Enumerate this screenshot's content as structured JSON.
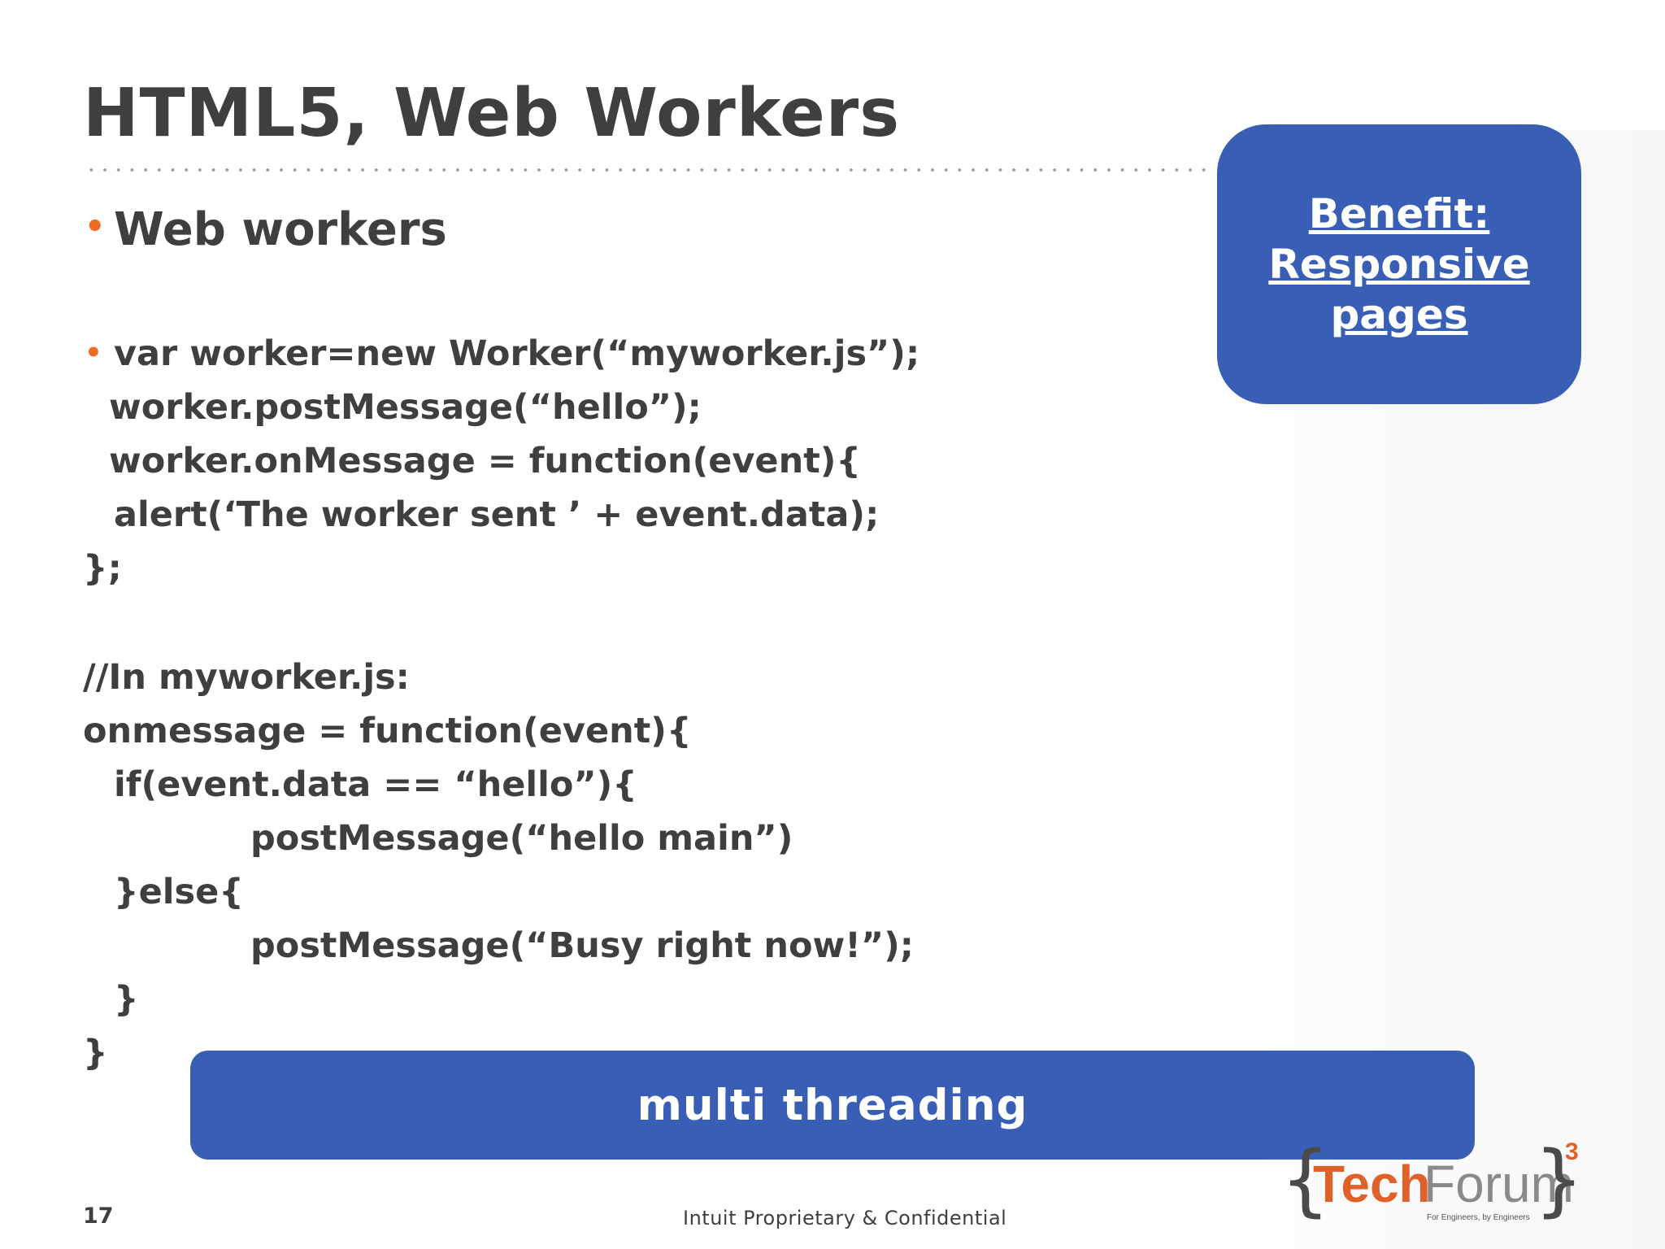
{
  "slide": {
    "title": "HTML5, Web Workers",
    "bullet_heading": "Web workers",
    "code_lines": [
      "var worker=new Worker(“myworker.js”);",
      "worker.postMessage(“hello”);",
      "worker.onMessage = function(event){",
      "alert(‘The worker sent ’ + event.data);",
      "};",
      "//In myworker.js:",
      "onmessage = function(event){",
      "if(event.data == “hello”){",
      "postMessage(“hello main”)",
      "}else{",
      "postMessage(“Busy right now!”);",
      "}",
      "}"
    ],
    "benefit_label": "Benefit: Responsive pages",
    "banner_label": "multi threading",
    "page_number": "17",
    "footer_text": "Intuit Proprietary & Confidential"
  },
  "logo": {
    "brand_tech": "Tech",
    "brand_forum": "Forum",
    "superscript": "3",
    "tagline": "For Engineers, by Engineers"
  },
  "colors": {
    "accent_blue": "#385eb5",
    "bullet_orange": "#ef6b22",
    "text_dark": "#3f3f3f"
  }
}
